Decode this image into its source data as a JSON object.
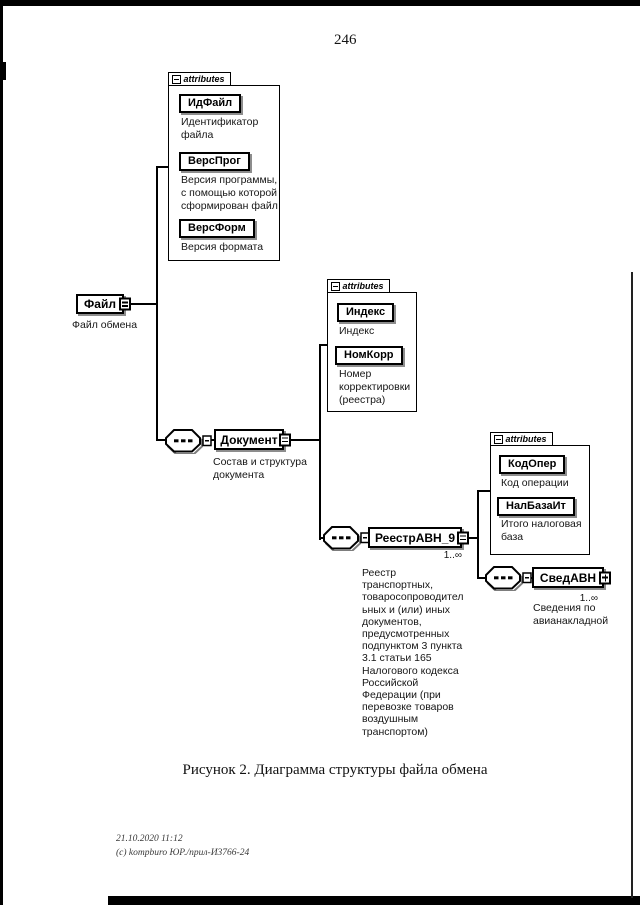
{
  "page": {
    "number": "246",
    "caption": "Рисунок 2. Диаграмма структуры файла обмена",
    "footer": {
      "line1": "21.10.2020 11:12",
      "line2": "(с) kompburo ЮР./прил-И3766-24"
    }
  },
  "diagram": {
    "attributes_label": "attributes",
    "file": {
      "name": "Файл",
      "annotation": "Файл обмена"
    },
    "file_attributes": [
      {
        "name": "ИдФайл",
        "annotation": "Идентификатор\nфайла"
      },
      {
        "name": "ВерсПрог",
        "annotation": "Версия программы,\nс помощью которой\nсформирован файл"
      },
      {
        "name": "ВерсФорм",
        "annotation": "Версия формата"
      }
    ],
    "document": {
      "name": "Документ",
      "annotation": "Состав и структура\nдокумента"
    },
    "document_attributes": [
      {
        "name": "Индекс",
        "annotation": "Индекс"
      },
      {
        "name": "НомКорр",
        "annotation": "Номер\nкорректировки\n(реестра)"
      }
    ],
    "registry": {
      "name": "РеестрАВН_9",
      "occurs": "1..∞",
      "annotation": "Реестр\nтранспортных,\nтоваросопроводител\nьных и (или) иных\nдокументов,\nпредусмотренных\nподпунктом 3 пункта\n3.1 статьи 165\nНалогового кодекса\nРоссийской\nФедерации (при\nперевозке товаров\nвоздушным\nтранспортом)"
    },
    "registry_attributes": [
      {
        "name": "КодОпер",
        "annotation": "Код операции"
      },
      {
        "name": "НалБазаИт",
        "annotation": "Итого налоговая\nбаза"
      }
    ],
    "airwaybill": {
      "name": "СведАВН",
      "occurs": "1..∞",
      "annotation": "Сведения по\nавианакладной"
    }
  }
}
